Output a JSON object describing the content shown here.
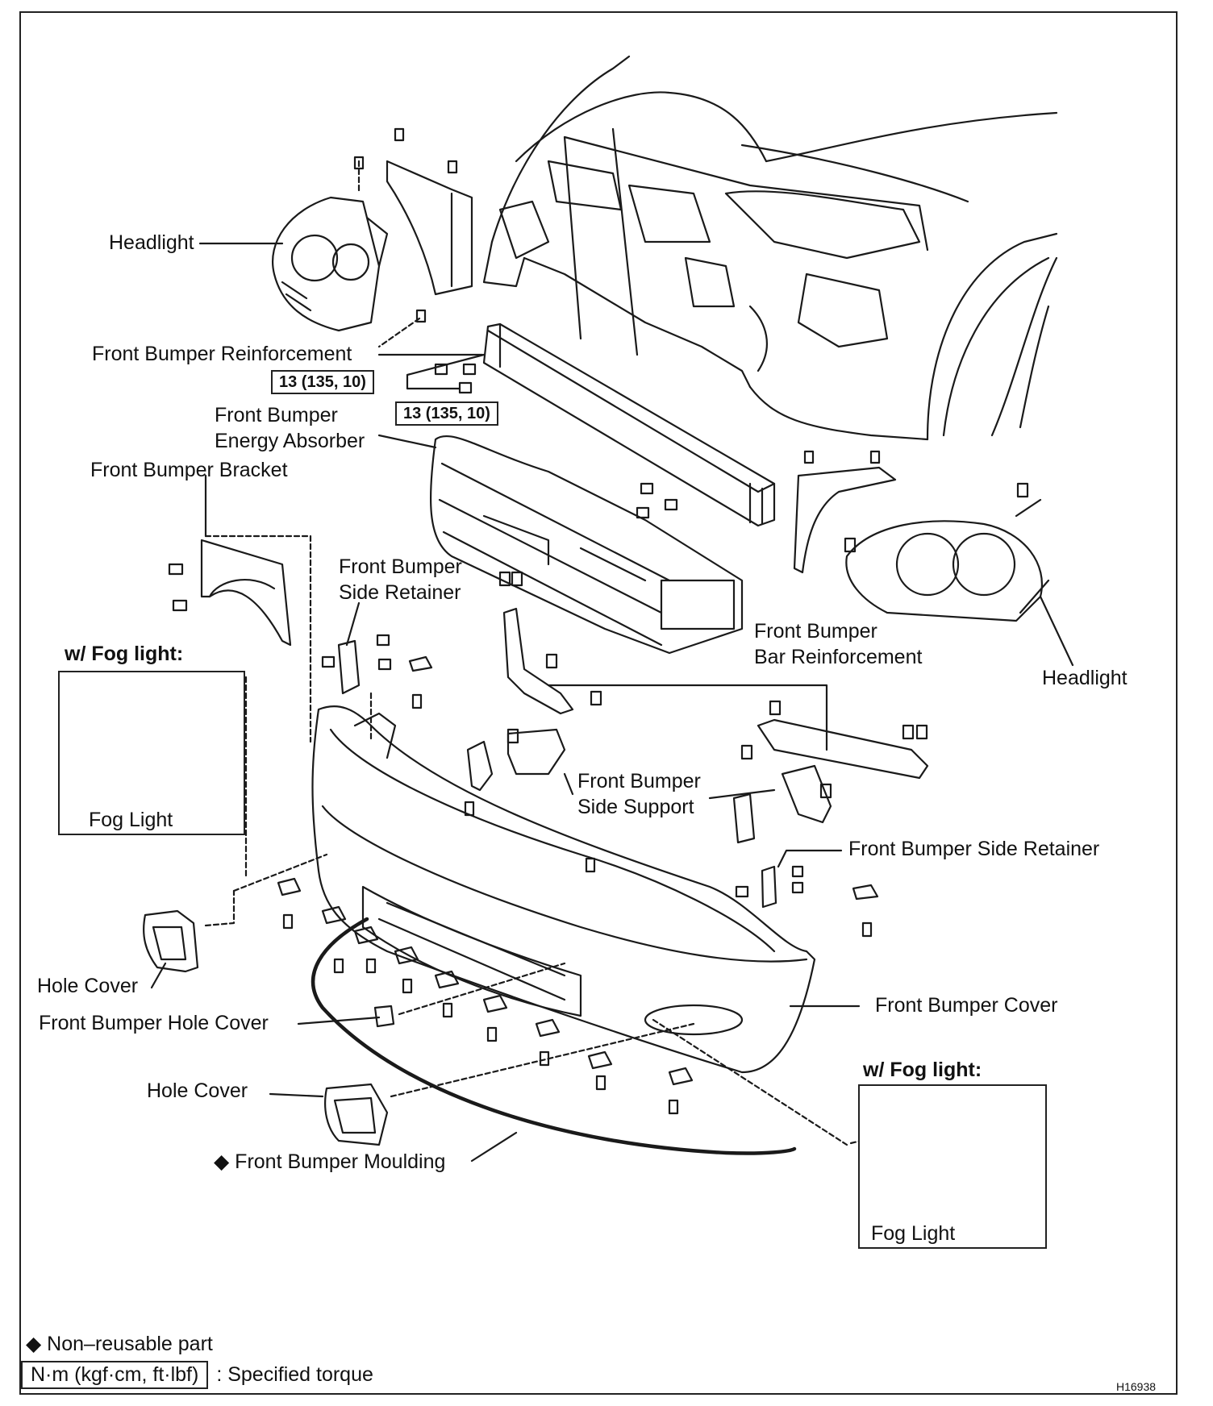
{
  "labels": {
    "headlight_left": "Headlight",
    "reinforcement": "Front Bumper Reinforcement",
    "torque_1": "13 (135, 10)",
    "torque_2": "13 (135, 10)",
    "absorber_line1": "Front Bumper",
    "absorber_line2": "Energy Absorber",
    "bracket": "Front Bumper Bracket",
    "side_retainer_left_line1": "Front Bumper",
    "side_retainer_left_line2": "Side Retainer",
    "fog_header_left": "w/ Fog light:",
    "fog_light_left": "Fog Light",
    "bar_reinf_line1": "Front Bumper",
    "bar_reinf_line2": "Bar Reinforcement",
    "headlight_right": "Headlight",
    "side_support_line1": "Front Bumper",
    "side_support_line2": "Side Support",
    "side_retainer_right": "Front Bumper Side Retainer",
    "hole_cover_1": "Hole Cover",
    "hole_cover_front": "Front Bumper Hole Cover",
    "bumper_cover": "Front Bumper Cover",
    "fog_header_right": "w/ Fog light:",
    "hole_cover_2": "Hole Cover",
    "moulding": "◆ Front Bumper Moulding",
    "fog_light_right": "Fog Light"
  },
  "legend": {
    "non_reusable": "◆ Non–reusable part",
    "torque_unit": "N·m (kgf·cm, ft·lbf)",
    "torque_desc": ": Specified torque"
  },
  "figure_id": "H16938"
}
